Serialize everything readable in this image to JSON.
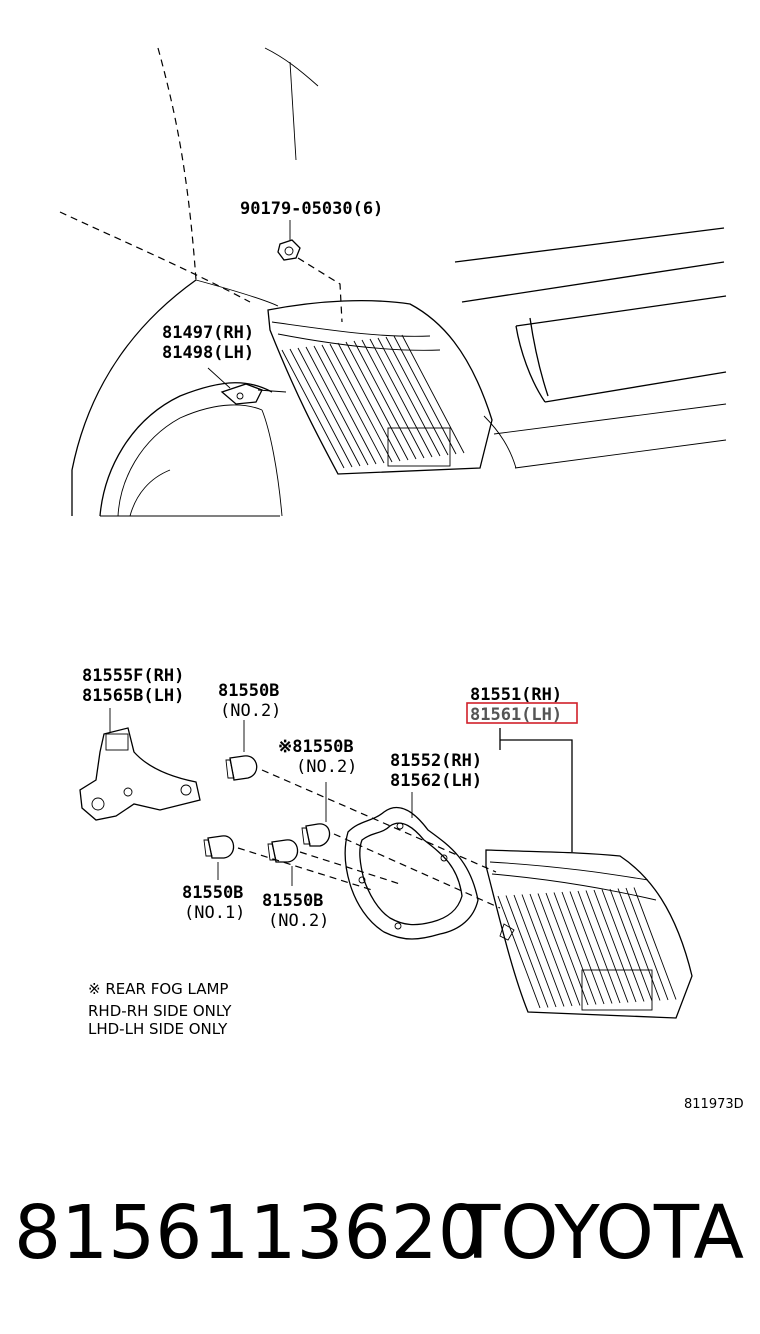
{
  "labels": {
    "bolt": "90179-05030(6)",
    "bracket_rh": "81497(RH)",
    "bracket_lh": "81498(LH)",
    "socket_rh": "81555F(RH)",
    "socket_lh": "81565B(LH)",
    "bulb_top": "81550B",
    "bulb_top_no": "(NO.2)",
    "fog_bulb": "※81550B",
    "fog_bulb_no": "(NO.2)",
    "lamp_rh": "81551(RH)",
    "lamp_lh": "81561(LH)",
    "gasket_rh": "81552(RH)",
    "gasket_lh": "81562(LH)",
    "bulb_no1": "81550B",
    "bulb_no1_no": "(NO.1)",
    "bulb_no2": "81550B",
    "bulb_no2_no": "(NO.2)"
  },
  "notes": {
    "fog": "※ REAR FOG LAMP",
    "rhd": "RHD-RH SIDE ONLY",
    "lhd": "LHD-LH SIDE ONLY"
  },
  "diagram_code": "811973D",
  "footer": {
    "part_number": "8156113620",
    "brand": "TOYOTA"
  },
  "highlight_color": "#d0202a"
}
